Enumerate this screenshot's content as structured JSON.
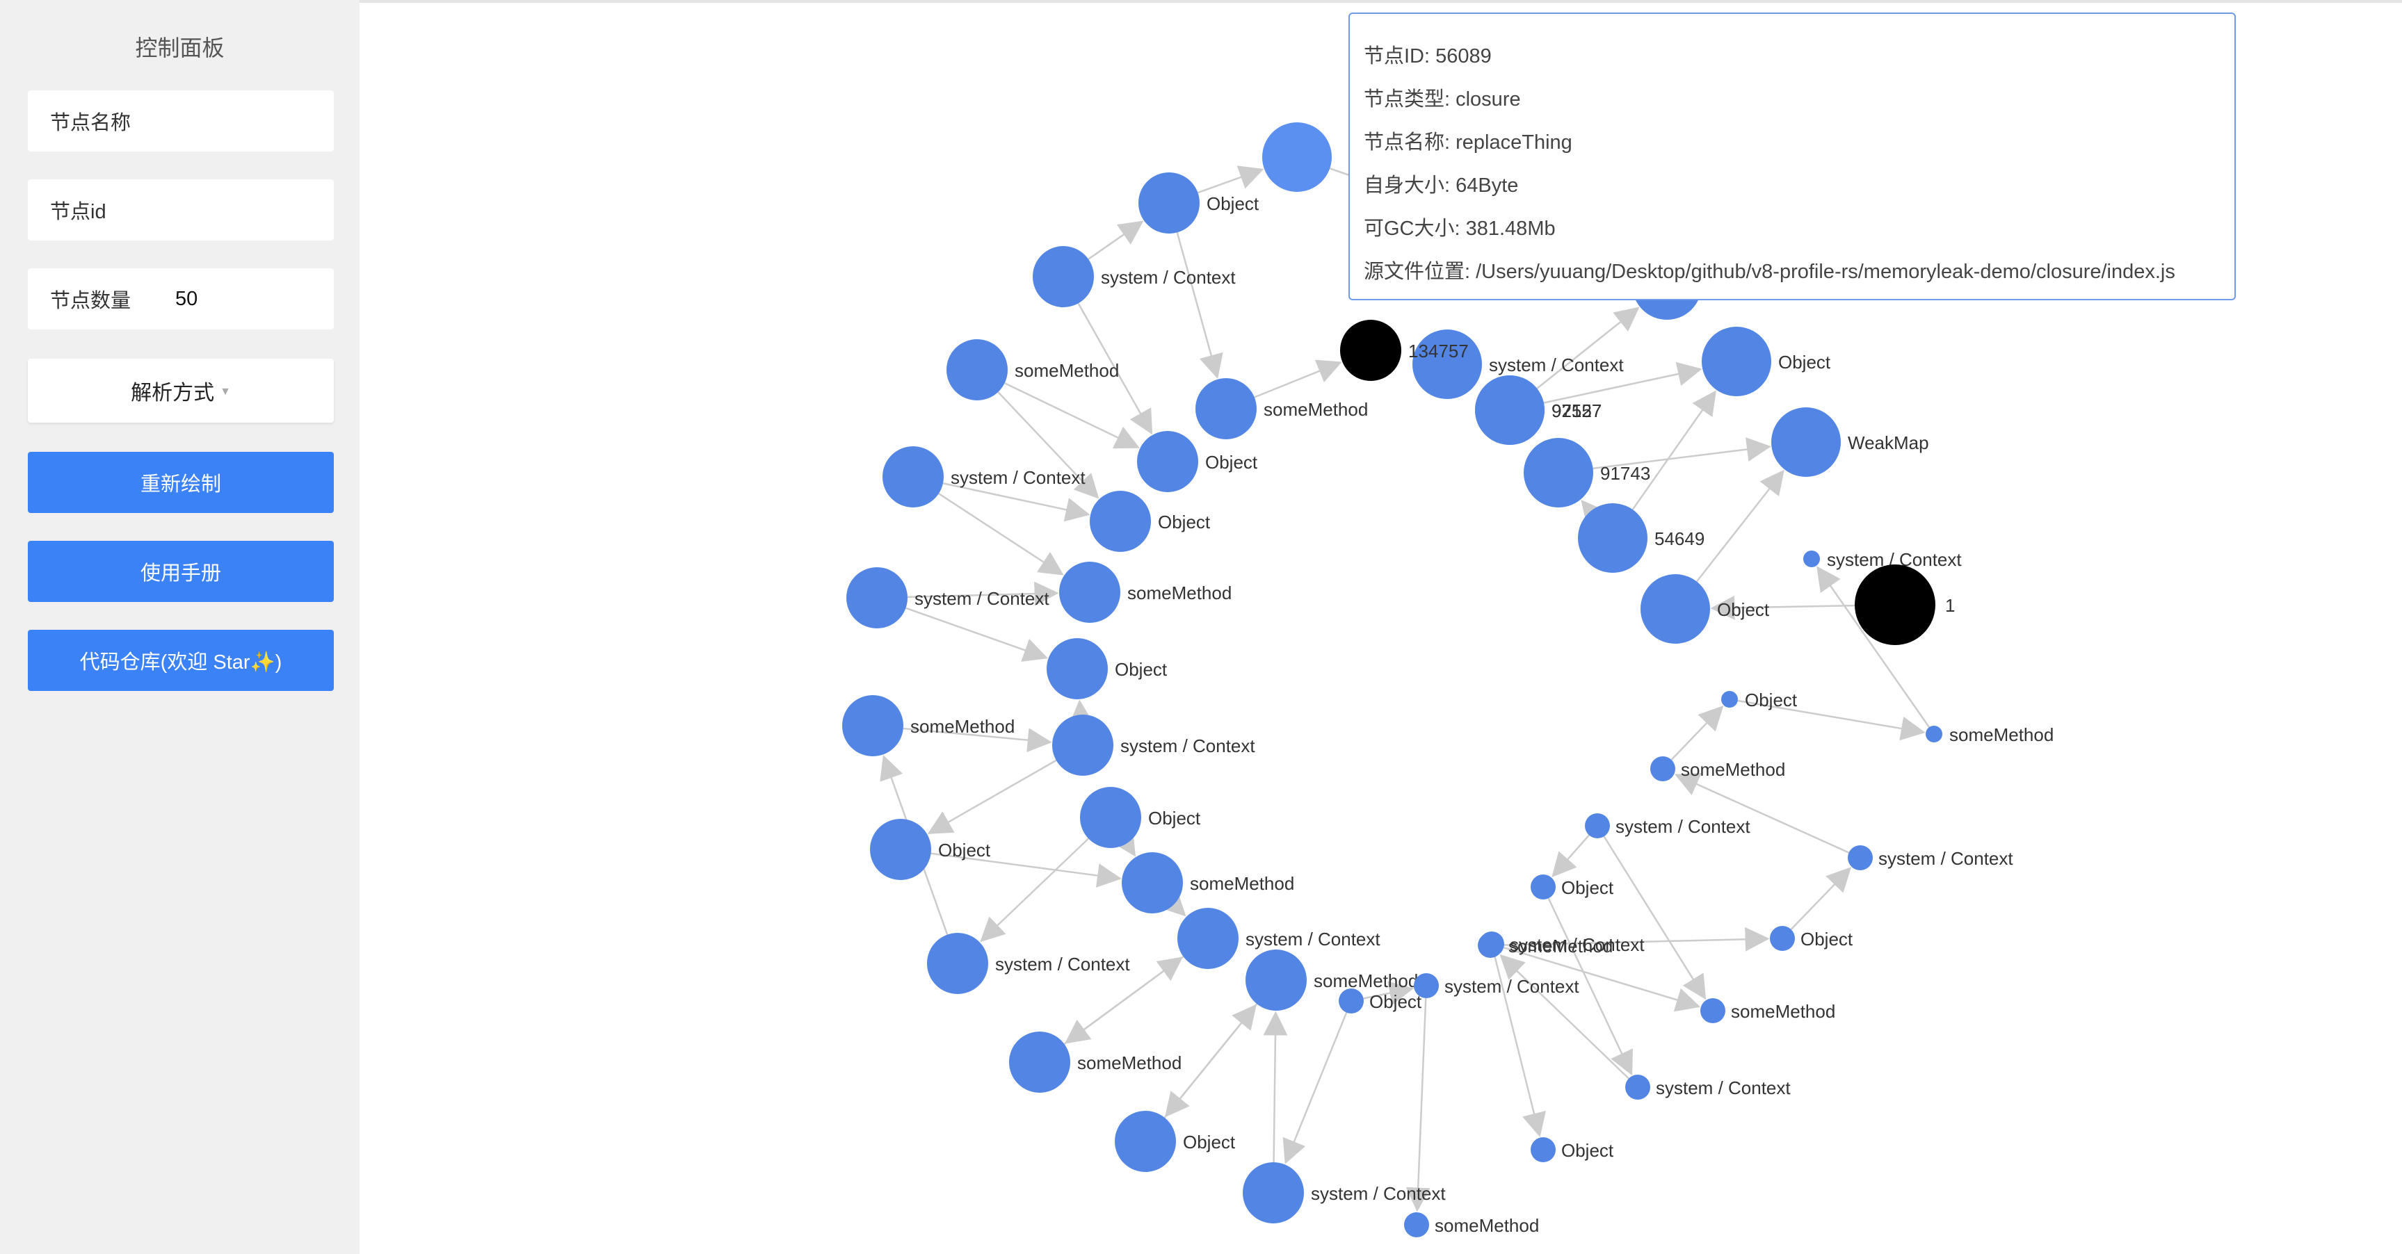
{
  "sidebar": {
    "title": "控制面板",
    "node_name_placeholder": "节点名称",
    "node_id_placeholder": "节点id",
    "node_count_label": "节点数量",
    "node_count_value": "50",
    "parse_mode_label": "解析方式",
    "redraw_label": "重新绘制",
    "manual_label": "使用手册",
    "repo_label": "代码仓库(欢迎 Star✨)"
  },
  "tooltip": {
    "rows": [
      "节点ID: 56089",
      "节点类型: closure",
      "节点名称: replaceThing",
      "自身大小: 64Byte",
      "可GC大小: 381.48Mb",
      "源文件位置: /Users/yuuang/Desktop/github/v8-profile-rs/memoryleak-demo/closure/index.js"
    ]
  },
  "colors": {
    "node": "#5386e4",
    "node_highlight": "#5b8ff0",
    "node_root": "#000000",
    "edge": "#cccccc",
    "button": "#3b82f6"
  },
  "graph": {
    "nodes": [
      {
        "id": "n0",
        "label": "",
        "size": "xl",
        "color": "highlight"
      },
      {
        "id": "n1",
        "label": "Object",
        "size": "lg"
      },
      {
        "id": "n2",
        "label": "system / Context",
        "size": "lg"
      },
      {
        "id": "n3",
        "label": "someMethod",
        "size": "lg"
      },
      {
        "id": "n4",
        "label": "someMethod",
        "size": "lg"
      },
      {
        "id": "n5",
        "label": "Object",
        "size": "lg"
      },
      {
        "id": "n6",
        "label": "system / Context",
        "size": "lg"
      },
      {
        "id": "n7",
        "label": "Object",
        "size": "lg"
      },
      {
        "id": "n8",
        "label": "system / Context",
        "size": "lg"
      },
      {
        "id": "n9",
        "label": "someMethod",
        "size": "lg"
      },
      {
        "id": "n10",
        "label": "system / Context",
        "size": "lg"
      },
      {
        "id": "n11",
        "label": "Object",
        "size": "lg"
      },
      {
        "id": "n12",
        "label": "someMethod",
        "size": "lg"
      },
      {
        "id": "n13",
        "label": "system / Context",
        "size": "lg"
      },
      {
        "id": "n14",
        "label": "Object",
        "size": "lg"
      },
      {
        "id": "n15",
        "label": "someMethod",
        "size": "lg"
      },
      {
        "id": "n16",
        "label": "Object",
        "size": "lg"
      },
      {
        "id": "n17",
        "label": "system / Context",
        "size": "lg"
      },
      {
        "id": "n18",
        "label": "system / Context",
        "size": "lg"
      },
      {
        "id": "n19",
        "label": "someMethod",
        "size": "lg"
      },
      {
        "id": "n20",
        "label": "someMethod",
        "size": "lg"
      },
      {
        "id": "n21",
        "label": "Object",
        "size": "lg"
      },
      {
        "id": "n22",
        "label": "Object",
        "size": "md"
      },
      {
        "id": "n23",
        "label": "system / Context",
        "size": "md"
      },
      {
        "id": "n24",
        "label": "system / Context",
        "size": "md"
      },
      {
        "id": "n25",
        "label": "someMethod",
        "size": "md"
      },
      {
        "id": "n26",
        "label": "system / Context",
        "size": "md"
      },
      {
        "id": "n27",
        "label": "Object",
        "size": "md"
      },
      {
        "id": "n28",
        "label": "someMethod",
        "size": "md"
      },
      {
        "id": "n29",
        "label": "Object",
        "size": "md"
      },
      {
        "id": "n30",
        "label": "system / Context",
        "size": "md"
      },
      {
        "id": "n31",
        "label": "someMethod",
        "size": "md"
      },
      {
        "id": "n32",
        "label": "system / Context",
        "size": "md"
      },
      {
        "id": "n33",
        "label": "Object",
        "size": "md"
      },
      {
        "id": "n34",
        "label": "someMethod",
        "size": "md"
      },
      {
        "id": "n35",
        "label": "Object",
        "size": "sm"
      },
      {
        "id": "n36",
        "label": "someMethod",
        "size": "sm"
      },
      {
        "id": "n37",
        "label": "system / Context",
        "size": "sm"
      },
      {
        "id": "n38",
        "label": "1",
        "size": "xxl",
        "color": "root"
      },
      {
        "id": "n39",
        "label": "Object",
        "size": "xl"
      },
      {
        "id": "n40",
        "label": "WeakMap",
        "size": "xl"
      },
      {
        "id": "n41",
        "label": "Object",
        "size": "xl"
      },
      {
        "id": "n42",
        "label": "54649",
        "size": "xl"
      },
      {
        "id": "n43",
        "label": "91743",
        "size": "xl"
      },
      {
        "id": "n44",
        "label": "92127",
        "size": "xl"
      },
      {
        "id": "n45",
        "label": "97557",
        "size": "xl"
      },
      {
        "id": "n46",
        "label": "system / Context",
        "size": "xl"
      },
      {
        "id": "n47",
        "label": "134757",
        "size": "lg",
        "color": "root"
      },
      {
        "id": "n48",
        "label": "",
        "size": "xl"
      }
    ]
  }
}
